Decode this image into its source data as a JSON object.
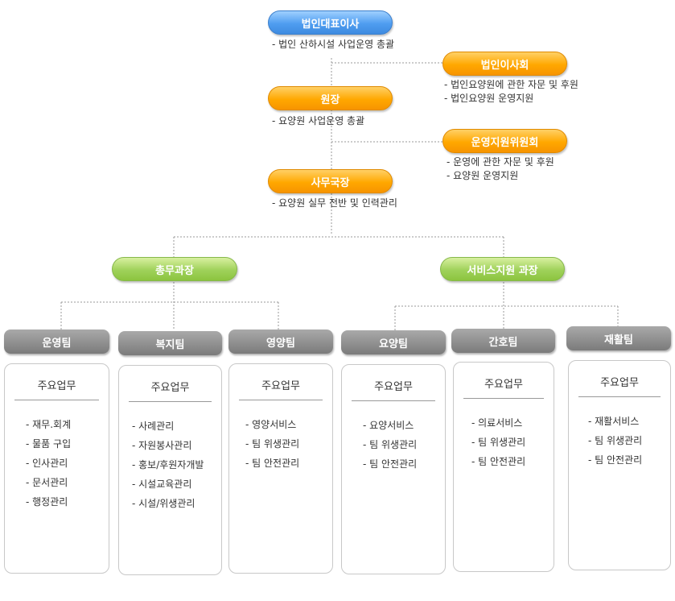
{
  "top": {
    "ceo": {
      "label": "법인대표이사",
      "desc": "- 법인 산하시설 사업운영 총괄"
    },
    "board": {
      "label": "법인이사회",
      "desc": [
        "- 법인요양원에 관한 자문 및 후원",
        "- 법인요양원 운영지원"
      ]
    },
    "director": {
      "label": "원장",
      "desc": "- 요양원 사업운영 총괄"
    },
    "committee": {
      "label": "운영지원위원회",
      "desc": [
        "- 운영에 관한 자문 및 후원",
        "- 요양원 운영지원"
      ]
    },
    "office_head": {
      "label": "사무국장",
      "desc": "- 요양원 실무 전반 및 인력관리"
    }
  },
  "departments": [
    {
      "label": "총무과장"
    },
    {
      "label": "서비스지원 과장"
    }
  ],
  "teams": [
    {
      "label": "운영팀",
      "card_title": "주요업무",
      "items": [
        "- 재무.회계",
        "- 물품 구입",
        "- 인사관리",
        "- 문서관리",
        "- 행정관리"
      ]
    },
    {
      "label": "복지팀",
      "card_title": "주요업무",
      "items": [
        "- 사례관리",
        "- 자원봉사관리",
        "- 홍보/후원자개발",
        "- 시설교육관리",
        "- 시설/위생관리"
      ]
    },
    {
      "label": "영양팀",
      "card_title": "주요업무",
      "items": [
        "- 영양서비스",
        "- 팀 위생관리",
        "- 팀 안전관리"
      ]
    },
    {
      "label": "요양팀",
      "card_title": "주요업무",
      "items": [
        "- 요양서비스",
        "- 팀 위생관리",
        "- 팀 안전관리"
      ]
    },
    {
      "label": "간호팀",
      "card_title": "주요업무",
      "items": [
        "- 의료서비스",
        "- 팀 위생관리",
        "- 팀 안전관리"
      ]
    },
    {
      "label": "재활팀",
      "card_title": "주요업무",
      "items": [
        "- 재활서비스",
        "- 팀 위생관리",
        "- 팀 안전관리"
      ]
    }
  ],
  "colors": {
    "ceo": "#4f9df0",
    "executive": "#ffa800",
    "department": "#9fd15a",
    "team": "#8a8a8a",
    "connector": "#999999"
  }
}
